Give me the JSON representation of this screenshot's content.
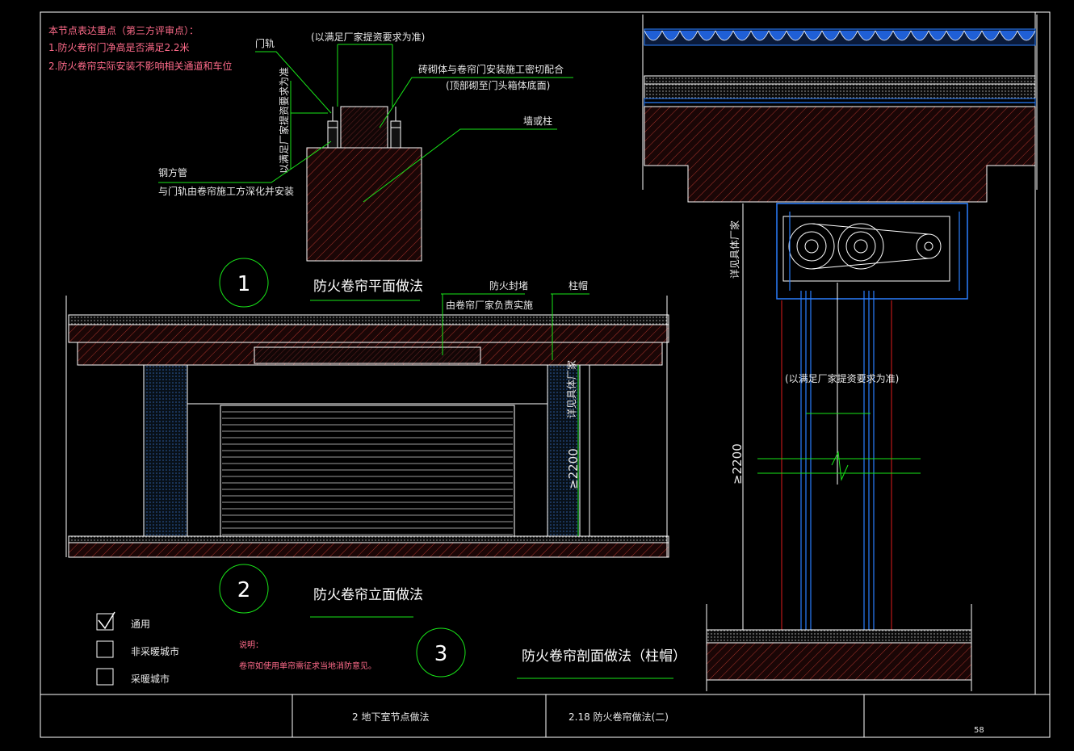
{
  "notes": {
    "heading": "本节点表达重点（第三方评审点）：",
    "line1": "1.防火卷帘门净高是否满足2.2米",
    "line2": "2.防火卷帘实际安装不影响相关通道和车位"
  },
  "plan_detail": {
    "top_note": "(以满足厂家提资要求为准)",
    "door_rail": "门轨",
    "vertical_note": "以满足厂家提资要求为准",
    "masonry_note_1": "砖砌体与卷帘门安装施工密切配合",
    "masonry_note_2": "(顶部砌至门头箱体底面)",
    "wall_or_column": "墙或柱",
    "steel_tube": "钢方管",
    "steel_tube_note": "与门轨由卷帘施工方深化并安装"
  },
  "view1": {
    "number": "1",
    "title": "防火卷帘平面做法"
  },
  "elevation": {
    "fire_seal": "防火封堵",
    "column_cap": "柱帽",
    "by_manufacturer": "由卷帘厂家负责实施",
    "see_manufacturer": "详见具体厂家",
    "clear_height": "≥2200"
  },
  "view2": {
    "number": "2",
    "title": "防火卷帘立面做法"
  },
  "section": {
    "see_manufacturer": "详见具体厂家",
    "note": "(以满足厂家提资要求为准)",
    "clear_height": "≥2200"
  },
  "view3": {
    "number": "3",
    "title": "防火卷帘剖面做法（柱帽）"
  },
  "legend": {
    "general": "通用",
    "non_heating": "非采暖城市",
    "heating": "采暖城市",
    "general_checked": true
  },
  "remarks": {
    "title": "说明：",
    "text": "卷帘如使用单帘需征求当地消防意见。"
  },
  "title_block": {
    "chapter": "2  地下室节点做法",
    "section": "2.18  防火卷帘做法(二)",
    "page": "58"
  },
  "colors": {
    "background": "#000000",
    "leader": "#19e619",
    "text": "#e8e8e8",
    "note_red": "#ff6b8a",
    "mechanism_blue": "#2a7fff",
    "concrete_hatch": "#c0392b"
  }
}
